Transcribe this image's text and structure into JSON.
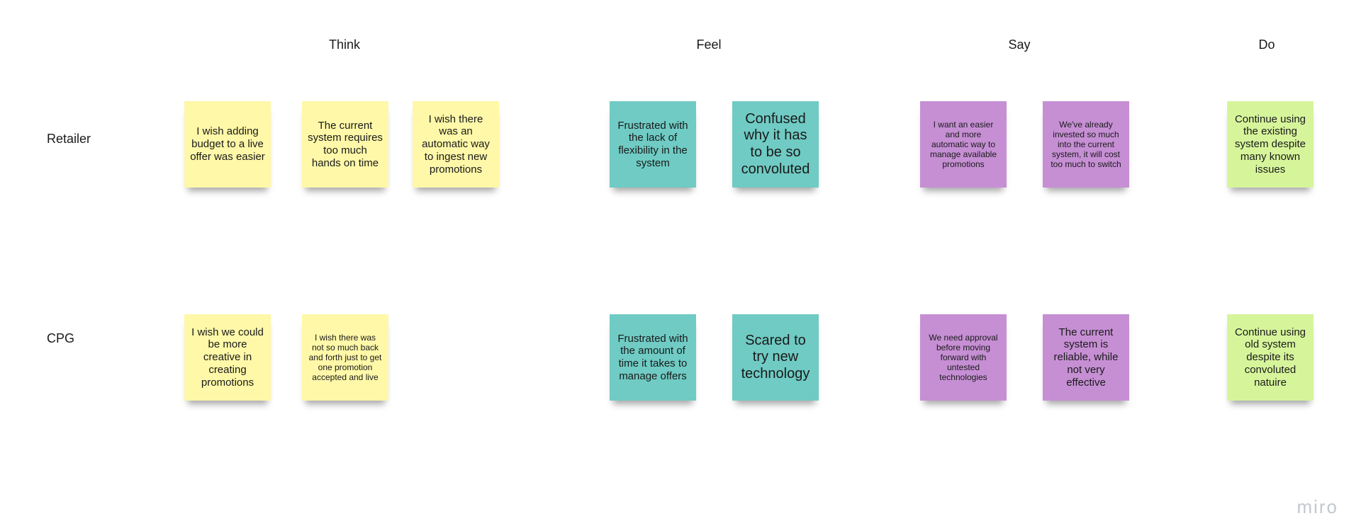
{
  "board": {
    "columns": [
      "Think",
      "Feel",
      "Say",
      "Do"
    ],
    "rows": [
      "Retailer",
      "CPG"
    ],
    "brand": "miro"
  },
  "notes": {
    "retailer_think_1": "I wish adding budget to a live offer was easier",
    "retailer_think_2": "The current system requires too much hands on time",
    "retailer_think_3": "I wish there was an automatic way to ingest new promotions",
    "retailer_feel_1": "Frustrated with the lack of flexibility in the system",
    "retailer_feel_2": "Confused why it has to be so convoluted",
    "retailer_say_1": "I want an easier and more automatic way to manage available promotions",
    "retailer_say_2": "We've already invested so much into the current system, it will cost too much to switch",
    "retailer_do_1": "Continue using the existing system despite many known issues",
    "cpg_think_1": "I wish we could be more creative in creating promotions",
    "cpg_think_2": "I wish there was not so much back and forth just to get one promotion accepted and live",
    "cpg_feel_1": "Frustrated with the amount of time it takes to manage offers",
    "cpg_feel_2": "Scared to try new technology",
    "cpg_say_1": "We need approval before moving forward with untested technologies",
    "cpg_say_2": "The current system is reliable, while not very effective",
    "cpg_do_1": "Continue using old system despite its convoluted natuire"
  },
  "colors": {
    "think": "#fef8a8",
    "feel": "#6fcbc4",
    "say": "#c68fd4",
    "do": "#d6f59b"
  }
}
